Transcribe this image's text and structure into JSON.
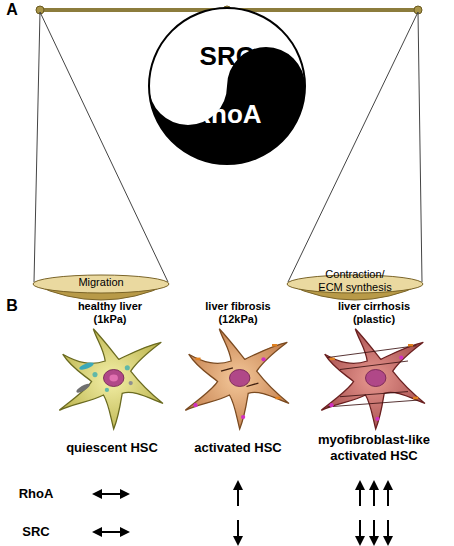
{
  "diagram": {
    "nodes": [
      {
        "text": [
          "SRC",
          "RhoA"
        ]
      },
      {
        "text": [
          "Migration"
        ]
      },
      {
        "text": [
          "Contraction/ ECM synthesis"
        ]
      }
    ],
    "labels": [
      "A",
      "B",
      "healthy liver (1kPa)",
      "liver fibrosis (12kPa)",
      "liver cirrhosis (plastic)",
      "quiescent HSC",
      "activated HSC",
      "myofibroblast-like activated HSC",
      "RhoA",
      "SRC"
    ]
  }
}
